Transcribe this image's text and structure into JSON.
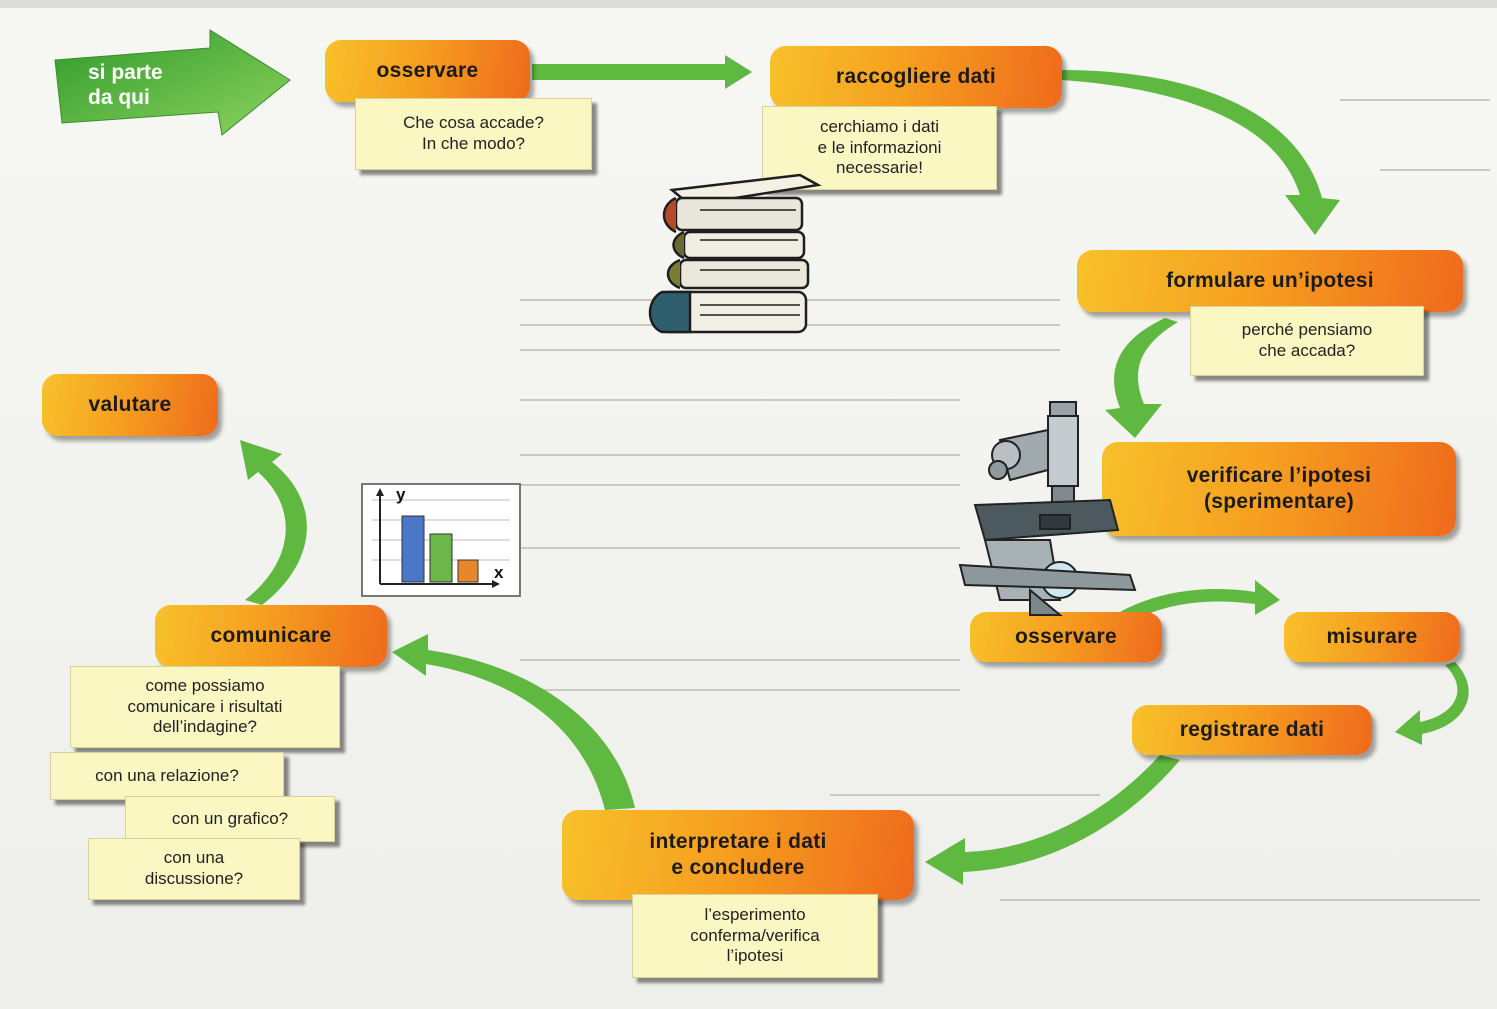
{
  "start": {
    "label_line1": "si parte",
    "label_line2": "da qui"
  },
  "steps": {
    "osservare_1": "osservare",
    "raccogliere": "raccogliere dati",
    "formulare": "formulare un’ipotesi",
    "verificare_line1": "verificare l’ipotesi",
    "verificare_line2": "(sperimentare)",
    "osservare_2": "osservare",
    "misurare": "misurare",
    "registrare": "registrare dati",
    "interpretare_line1": "interpretare i dati",
    "interpretare_line2": "e concludere",
    "comunicare": "comunicare",
    "valutare": "valutare"
  },
  "notes": {
    "osservare": [
      "Che cosa accade?",
      "In che modo?"
    ],
    "raccogliere": [
      "cerchiamo i dati",
      "e le informazioni",
      "necessarie!"
    ],
    "formulare": [
      "perché pensiamo",
      "che accada?"
    ],
    "interpretare": [
      "l’esperimento",
      "conferma/verifica",
      "l’ipotesi"
    ],
    "comunicare": [
      "come possiamo",
      "comunicare i risultati",
      "dell’indagine?"
    ],
    "relazione": "con una relazione?",
    "grafico": "con un grafico?",
    "discussione": [
      "con una",
      "discussione?"
    ]
  },
  "graph_icon": {
    "y_label": "y",
    "x_label": "x"
  },
  "colors": {
    "arrow_green": "#5fb840",
    "box_yellow": "#f7c12a",
    "box_orange": "#ef6a1c",
    "note_yellow": "#fbf7c2"
  }
}
